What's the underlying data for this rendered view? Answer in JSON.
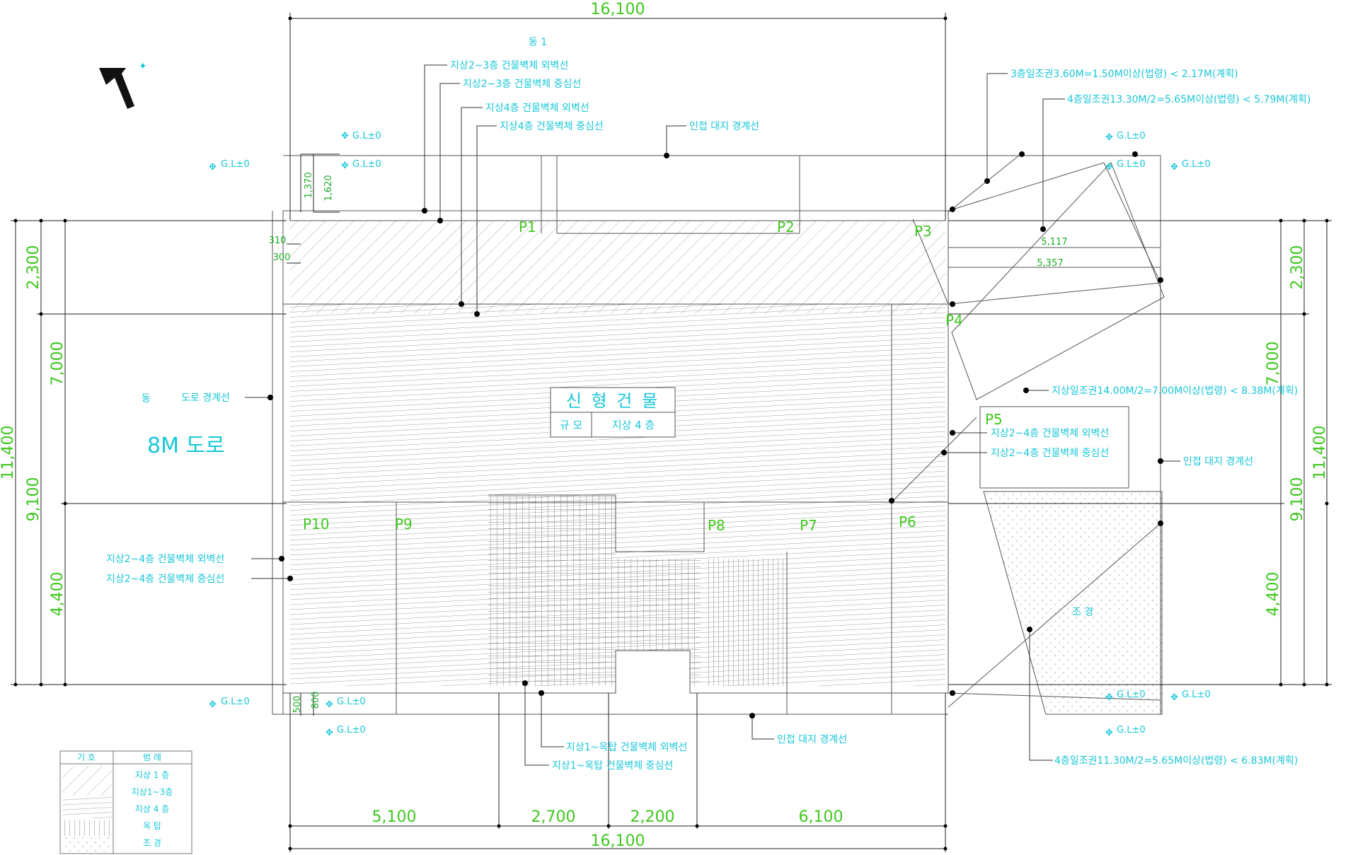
{
  "dimensions": {
    "top_total": "16,100",
    "bottom_total": "16,100",
    "bottom_segments": [
      "5,100",
      "2,700",
      "2,200",
      "6,100"
    ],
    "left_outer": "11,400",
    "left_mid": [
      "2,300",
      "9,100"
    ],
    "left_inner": [
      "7,000",
      "4,400"
    ],
    "right_outer": "11,400",
    "right_mid": [
      "2,300",
      "9,100"
    ],
    "right_inner": [
      "7,000",
      "4,400"
    ],
    "small_1370": "1,370",
    "small_1620": "1,620",
    "small_310": "310",
    "small_300": "300",
    "small_500": "500",
    "small_800": "800",
    "diag_5117": "5,117",
    "diag_5357": "5,357"
  },
  "labels": {
    "north_mark": "동 1",
    "north_mark_left": "동",
    "road_boundary": "도로 경계선",
    "road": "8M 도로",
    "lot_line_top": "인접 대지 경계선",
    "lot_line_right": "인접 대지 경계선",
    "lot_line_bottom": "인접 대지 경계선",
    "top_leaders": [
      "지상2~3층 건물벽체 외벽선",
      "지상2~3층 건물벽체 중심선",
      "지상4층 건물벽체 외벽선",
      "지상4층 건물벽체 중심선"
    ],
    "right_top_1": "3층일조권3.60M=1.50M이상(법령) < 2.17M(계획)",
    "right_top_2": "4층일조권13.30M/2=5.65M이상(법령) < 5.79M(계획)",
    "right_mid_1": "지상일조권14.00M/2=7.00M이상(법령) < 8.38M(계획)",
    "right_mid_2": "지상2~4층 건물벽체 외벽선",
    "right_mid_3": "지상2~4층 건물벽체 중심선",
    "left_leaders": [
      "지상2~4층 건물벽체 외벽선",
      "지상2~4층 건물벽체 중심선"
    ],
    "bottom_leaders": [
      "지상1~옥탑 건물벽체 외벽선",
      "지상1~옥탑 건물벽체 중심선"
    ],
    "right_bottom": "4층일조권11.30M/2=5.65M이상(법령) < 6.83M(계획)",
    "landscape": "조 경",
    "gl": "G.L±0"
  },
  "points": [
    "P1",
    "P2",
    "P3",
    "P4",
    "P5",
    "P6",
    "P7",
    "P8",
    "P9",
    "P10"
  ],
  "building": {
    "title": "신 형 건 물",
    "row_label": "규 모",
    "row_value": "지상 4 층"
  },
  "legend": {
    "header_symbol": "기 호",
    "header_desc": "범 례",
    "rows": [
      "지상 1 층",
      "지상1~3층",
      "지상 4 층",
      "옥 탑",
      "조 경"
    ]
  },
  "colors": {
    "dimension_green": "#3fc81e",
    "label_cyan": "#19c7d8",
    "hatch_gray": "#9a9a9a",
    "line_dark": "#333333"
  }
}
